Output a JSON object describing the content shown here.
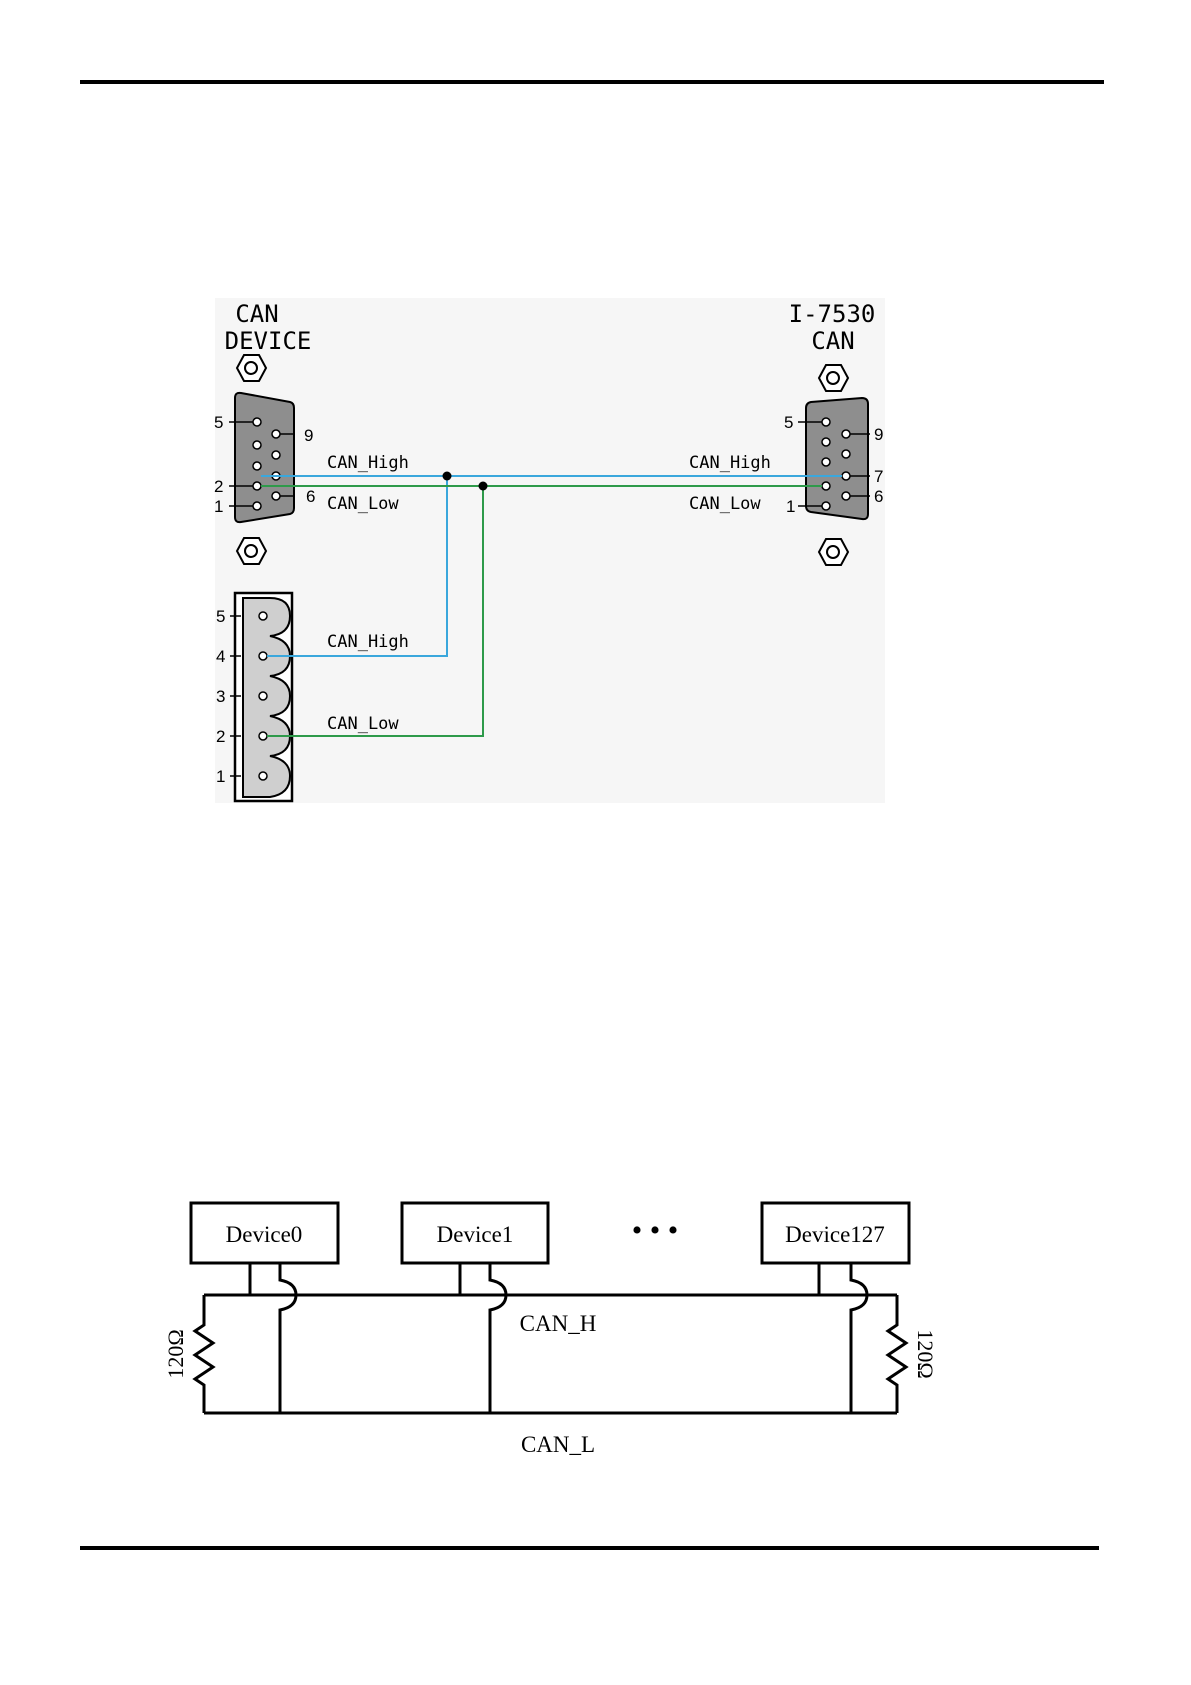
{
  "wiring": {
    "left_connector_title": [
      "CAN",
      "DEVICE"
    ],
    "right_connector_title": [
      "I-7530",
      "CAN"
    ],
    "signal_high": "CAN_High",
    "signal_low": "CAN_Low",
    "colors": {
      "high": "#3aa7dc",
      "low": "#2e9a4a",
      "connector": "#8e8e8e",
      "terminal": "#cfcfcf"
    },
    "left_db9_pins": {
      "p5": "5",
      "p9": "9",
      "p2": "2",
      "p1": "1",
      "p6": "6"
    },
    "right_db9_pins": {
      "p5": "5",
      "p9": "9",
      "p7": "7",
      "p6": "6",
      "p1": "1"
    },
    "terminal_pins": [
      "5",
      "4",
      "3",
      "2",
      "1"
    ]
  },
  "bus": {
    "devices": [
      "Device0",
      "Device1",
      "Device127"
    ],
    "ellipsis": "•  •  •",
    "line_high": "CAN_H",
    "line_low": "CAN_L",
    "resistor_value": "120Ω"
  }
}
